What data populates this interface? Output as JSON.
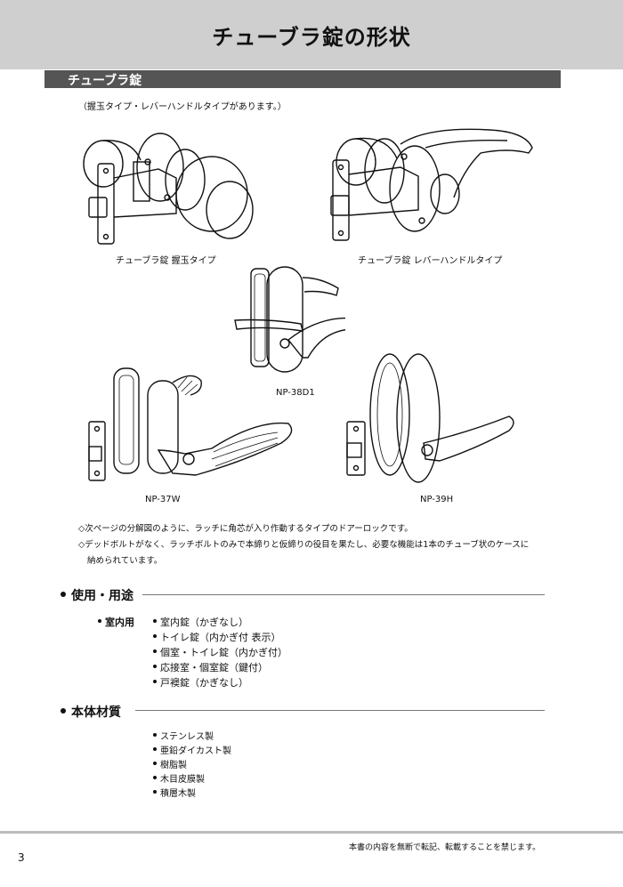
{
  "header": {
    "title": "チューブラ錠の形状"
  },
  "section": {
    "label": "チューブラ錠"
  },
  "intro": "（握玉タイプ・レバーハンドルタイプがあります。）",
  "figures": {
    "knob_caption": "チューブラ錠 握玉タイプ",
    "lever_caption": "チューブラ錠 レバーハンドルタイプ",
    "np38d1": "NP-38D1",
    "np37w": "NP-37W",
    "np39h": "NP-39H"
  },
  "notes": [
    "◇次ページの分解図のように、ラッチに角芯が入り作動するタイプのドアーロックです。",
    "◇デッドボルトがなく、ラッチボルトのみで本締りと仮締りの役目を果たし、必要な機能は1本のチューブ状のケースに",
    "納められています。"
  ],
  "usage": {
    "heading": "使用・用途",
    "label": "室内用",
    "items": [
      "室内錠（かぎなし）",
      "トイレ錠（内かぎ付 表示）",
      "個室・トイレ錠（内かぎ付）",
      "応接室・個室錠（鍵付）",
      "戸襖錠（かぎなし）"
    ]
  },
  "materials": {
    "heading": "本体材質",
    "items": [
      "ステンレス製",
      "亜鉛ダイカスト製",
      "樹脂製",
      "木目皮膜製",
      "積層木製"
    ]
  },
  "footer": {
    "note": "本書の内容を無断で転記、転載することを禁じます。",
    "page": "3"
  }
}
